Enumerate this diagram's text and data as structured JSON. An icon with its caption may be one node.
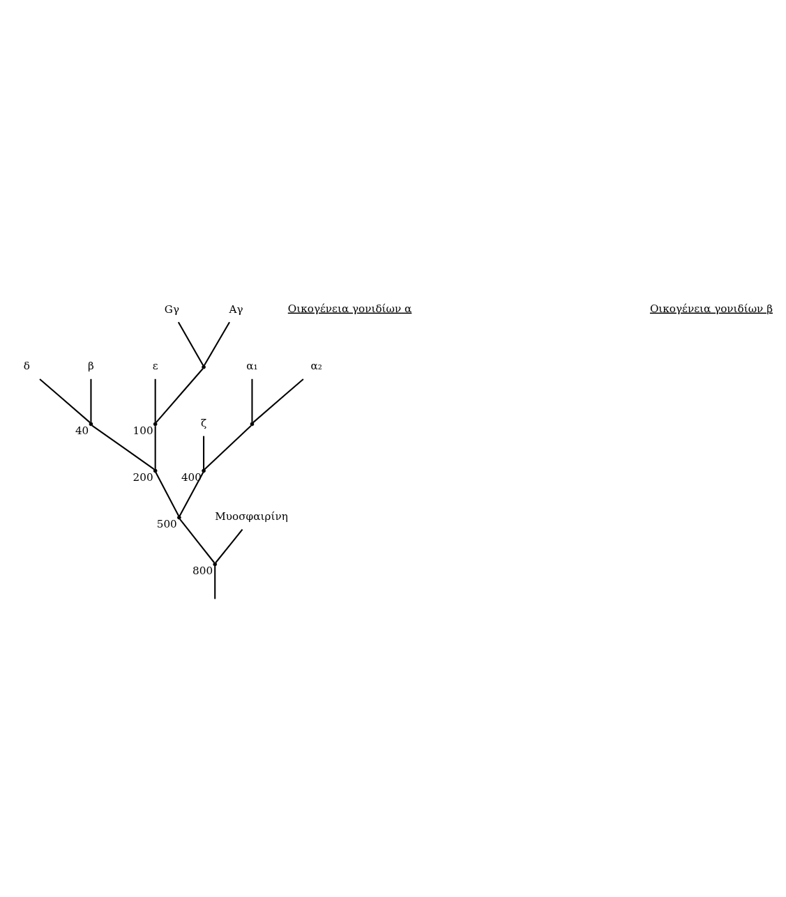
{
  "diagram": {
    "nodes": [
      {
        "text": [
          "ζ"
        ]
      },
      {
        "text": [
          "α₁"
        ]
      },
      {
        "text": [
          "α₂"
        ]
      },
      {
        "text": [
          "ε"
        ]
      },
      {
        "text": [
          "Gγ"
        ]
      },
      {
        "text": [
          "Aγ"
        ]
      },
      {
        "text": [
          "δ"
        ]
      },
      {
        "text": [
          "β"
        ]
      },
      {
        "text": [],
        "shape": "point"
      },
      {
        "text": [],
        "shape": "point"
      },
      {
        "text": [],
        "shape": "point",
        "beside": [
          "40"
        ]
      },
      {
        "text": [],
        "shape": "point",
        "beside": [
          "100"
        ]
      },
      {
        "text": [],
        "shape": "point",
        "beside": [
          "200"
        ]
      },
      {
        "text": [],
        "shape": "point",
        "beside": [
          "400"
        ]
      },
      {
        "text": [],
        "shape": "point",
        "beside": [
          "500"
        ]
      },
      {
        "text": [
          "Μυοσφαιρίνη"
        ]
      },
      {
        "text": [],
        "shape": "point",
        "beside": [
          "800"
        ]
      }
    ],
    "edges": [
      {
        "from": null,
        "to": 16,
        "arrow": "none"
      },
      {
        "from": 16,
        "to": 14,
        "arrow": "none"
      },
      {
        "from": 16,
        "to": 15,
        "arrow": "none"
      },
      {
        "from": 14,
        "to": 13,
        "arrow": "none"
      },
      {
        "from": 14,
        "to": 12,
        "arrow": "none"
      },
      {
        "from": 13,
        "to": 0,
        "arrow": "none"
      },
      {
        "from": 13,
        "to": 8,
        "arrow": "none"
      },
      {
        "from": 8,
        "to": 1,
        "arrow": "none"
      },
      {
        "from": 8,
        "to": 2,
        "arrow": "none"
      },
      {
        "from": 12,
        "to": 11,
        "arrow": "none"
      },
      {
        "from": 12,
        "to": 10,
        "arrow": "none"
      },
      {
        "from": 11,
        "to": 3,
        "arrow": "none"
      },
      {
        "from": 11,
        "to": 9,
        "arrow": "none"
      },
      {
        "from": 9,
        "to": 4,
        "arrow": "none"
      },
      {
        "from": 9,
        "to": 5,
        "arrow": "none"
      },
      {
        "from": 10,
        "to": 6,
        "arrow": "none"
      },
      {
        "from": 10,
        "to": 7,
        "arrow": "none"
      }
    ],
    "labels": [
      "Οικογένεια γονιδίων α",
      "Οικογένεια γονιδίων β"
    ]
  }
}
